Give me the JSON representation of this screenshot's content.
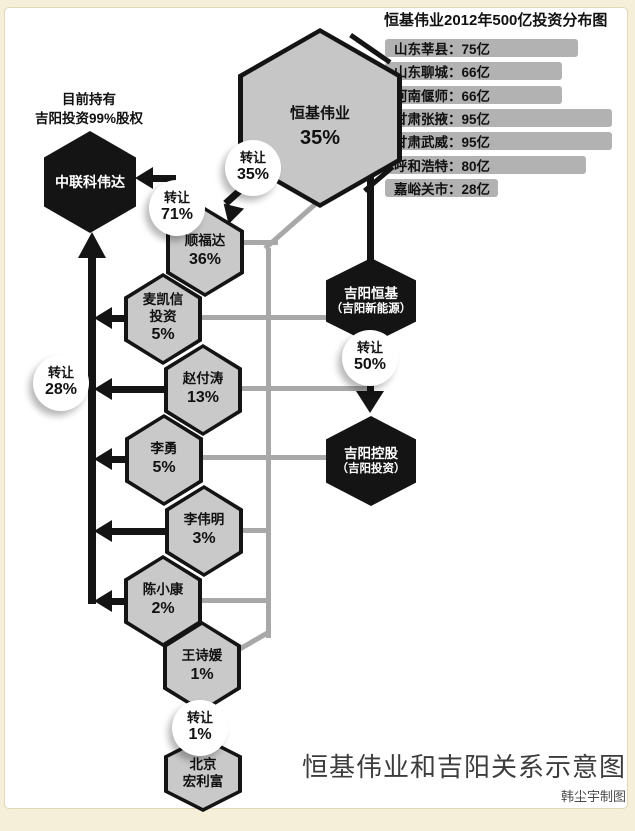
{
  "chart": {
    "title": "恒基伟业2012年500亿投资分布图",
    "unit": "亿",
    "bars": [
      {
        "name": "山东莘县",
        "value": 75
      },
      {
        "name": "山东聊城",
        "value": 66
      },
      {
        "name": "河南偃师",
        "value": 66
      },
      {
        "name": "甘肃张掖",
        "value": 95
      },
      {
        "name": "甘肃武威",
        "value": 95
      },
      {
        "name": "呼和浩特",
        "value": 80
      },
      {
        "name": "嘉峪关市",
        "value": 28
      }
    ]
  },
  "chart_data": {
    "type": "bar",
    "orientation": "horizontal",
    "title": "恒基伟业2012年500亿投资分布图",
    "categories": [
      "山东莘县",
      "山东聊城",
      "河南偃师",
      "甘肃张掖",
      "甘肃武威",
      "呼和浩特",
      "嘉峪关市"
    ],
    "values": [
      75,
      66,
      66,
      95,
      95,
      80,
      28
    ],
    "unit": "亿",
    "value_labels": [
      "75亿",
      "66亿",
      "66亿",
      "95亿",
      "95亿",
      "80亿",
      "28亿"
    ],
    "grid": false,
    "legend": "none"
  },
  "nodes": {
    "hengji": {
      "name": "恒基伟业",
      "pct": "35%"
    },
    "zhonglian": {
      "name": "中联科伟达",
      "note1": "目前持有",
      "note2": "吉阳投资99%股权"
    },
    "jiyang_hengji": {
      "line1": "吉阳恒基",
      "line2": "（吉阳新能源）"
    },
    "jiyang_konggu": {
      "line1": "吉阳控股",
      "line2": "（吉阳投资）"
    },
    "shareholders": [
      {
        "line1": "顺福达",
        "line2": "",
        "pct": "36%"
      },
      {
        "line1": "麦凯信",
        "line2": "投资",
        "pct": "5%"
      },
      {
        "line1": "赵付涛",
        "line2": "",
        "pct": "13%"
      },
      {
        "line1": "李勇",
        "line2": "",
        "pct": "5%"
      },
      {
        "line1": "李伟明",
        "line2": "",
        "pct": "3%"
      },
      {
        "line1": "陈小康",
        "line2": "",
        "pct": "2%"
      },
      {
        "line1": "王诗媛",
        "line2": "",
        "pct": "1%"
      },
      {
        "line1": "北京",
        "line2": "宏利富",
        "pct": ""
      }
    ]
  },
  "transfers": {
    "t35": {
      "action": "转让",
      "pct": "35%"
    },
    "t71": {
      "action": "转让",
      "pct": "71%"
    },
    "t28": {
      "action": "转让",
      "pct": "28%"
    },
    "t50": {
      "action": "转让",
      "pct": "50%"
    },
    "t01": {
      "action": "转让",
      "pct": "1%"
    }
  },
  "footer": {
    "title": "恒基伟业和吉阳关系示意图",
    "credit": "韩尘宇制图"
  },
  "colors": {
    "frame_beige": "#f5eed8",
    "bar_gray": "#b2b2b2",
    "hex_gray": "#c9c9c9",
    "line_gray": "#a8a8a8",
    "black": "#141414"
  }
}
